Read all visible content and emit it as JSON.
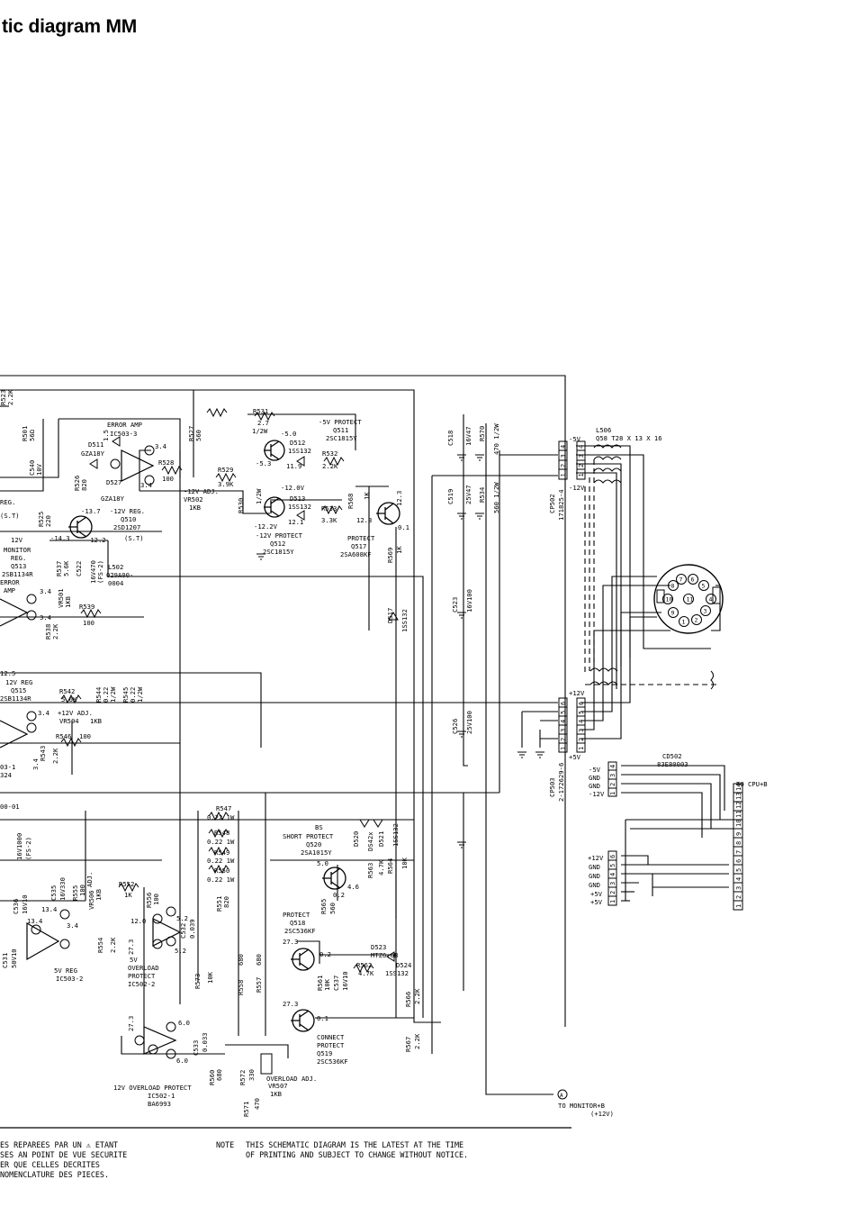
{
  "title": "tic diagram MM",
  "labels": {
    "r523": "R523",
    "r523v": "2.2K",
    "r501": "R501",
    "r501v": "56Ω",
    "c540": "C540",
    "c540v": "10V",
    "error_amp": "ERROR  AMP",
    "ic503_3": "IC503-3",
    "d511": "D511",
    "d511v": "GZA18Y",
    "r527": "R527",
    "r527v": "560",
    "r528": "R528",
    "r528v": "100",
    "d527": "D527",
    "d527v": "GZA18Y",
    "n34a": "3.4",
    "n34b": "3.4",
    "n15": "1.5",
    "n137": "-13.7",
    "r526": "R526",
    "r526v": "820",
    "reg_12v": "-12V REG.",
    "q510": "Q510",
    "q510t": "2SD1207",
    "r525": "R525",
    "r525v": "220",
    "m143": "-14.3",
    "m122": "-12.2",
    "st1": "(S.T)",
    "vr502": "VR502",
    "vr502v": "1KB",
    "adj12": "-12V ADJ.",
    "r529": "R529",
    "r529v": "3.9K",
    "r530": "R530",
    "r530v": "1/2W",
    "r531": "R531",
    "r531v": "2.7",
    "r531w": "1/2W",
    "m50": "-5.0",
    "m53": "-5.3",
    "d512": "D512",
    "d512t": "1SS132",
    "protect5": "-5V PROTECT",
    "q511": "Q511",
    "q511t": "2SC1815Y",
    "r532": "R532",
    "r532v": "2.2K",
    "n119": "11.9",
    "d513": "D513",
    "d513t": "1SS132",
    "m120": "-12.0V",
    "m122v": "-12.2V",
    "n121": "12.1",
    "protect12": "-12V PROTECT",
    "q512": "Q512",
    "q512t": "2SC1815Y",
    "r533": "R533",
    "r533v": "3.3K",
    "n123": "12.3",
    "n123b": "12.3",
    "r568": "R568",
    "r568v": "1K",
    "protect": "PROTECT",
    "q517": "Q517",
    "q517t": "2SA608KF",
    "n01": "0.1",
    "r569": "R569",
    "r569v": "1K",
    "c518": "C518",
    "c518v": "16V47",
    "r570": "R570",
    "r570v": "470 1/2W",
    "c519": "C519",
    "c519v": "25V47",
    "r534": "R534",
    "r534v": "560 1/2W",
    "cp502": "CP502",
    "cp502t": "171825-4",
    "m5v": "-5V",
    "m12v": "-12V",
    "l506": "L506",
    "l506t": "Q58  T28 X 13 X 16",
    "monitor": "MONITOR",
    "reg": "REG.",
    "q513": "Q513",
    "q513t": "2SB1134R",
    "error": "ERROR",
    "amp": "AMP",
    "st": "(S.T)",
    "v12": "12V",
    "r537": "R537",
    "r537v": "5.6K",
    "c522": "C522",
    "c522v": "16V470",
    "fs2": "(FS-2)",
    "l502": "L502",
    "l502t": "029A00-",
    "l502u": "0004",
    "vr501": "VR501",
    "vr501v": "1KB",
    "r538": "R538",
    "r538v": "2.2K",
    "r539": "R539",
    "r539v": "100",
    "n34c": "3.4",
    "n34d": "3.4",
    "c523": "C523",
    "c523v": "16V100",
    "d517": "D517",
    "d517t": "1SS132",
    "n125": "12.5",
    "reg12": "12V REG",
    "q515": "Q515",
    "q515t": "2SB1134R",
    "r542": "R542",
    "r542v": "5.6K",
    "r544": "R544",
    "r544v": "0.22",
    "r544w": "1/2W",
    "r545": "R545",
    "r545v": "0.22",
    "r545w": "1/2W",
    "adj12p": "+12V ADJ.",
    "vr504": "VR504",
    "vr504v": "1KB",
    "r546": "R546",
    "r546v": "100",
    "r543": "R543",
    "r543v": "2.2K",
    "n34e": "3.4",
    "n34f": "3.4",
    "ic503_1": "03-1",
    "n324": "324",
    "c526": "C526",
    "c526v": "25V100",
    "p12v": "+12V",
    "p5v": "+5V",
    "cp503": "CP503",
    "cp503t": "2-172629-6",
    "cd502": "CD502",
    "cd502t": "83E80003",
    "to_cpu": "TO CPU+B",
    "cd_m5v": "-5V",
    "cd_gnd1": "GND",
    "cd_gnd2": "GND",
    "cd_m12v": "-12V",
    "cd_p12v": "+12V",
    "cd_gnd3": "GND",
    "cd_gnd4": "GND",
    "cd_gnd5": "GND",
    "cd_p5v1": "+5V",
    "cd_p5v2": "+5V",
    "n0001": "00-01",
    "r547": "R547",
    "r547v": "0.22 1W",
    "r548": "R548",
    "r548v": "0.22 1W",
    "r549": "R549",
    "r549v": "0.22 1W",
    "r550": "R550",
    "r550v": "0.22 1W",
    "c_16v1000": "16V1000",
    "fs2b": "(FS-2)",
    "r552": "R552",
    "r552v": "1K",
    "r556": "R556",
    "r556v": "100",
    "r551": "R551",
    "r551v": "820",
    "bs": "BS",
    "short_protect": "SHORT PROTECT",
    "q520": "Q520",
    "q520t": "2SA1015Y",
    "n50": "5.0",
    "n46": "4.6",
    "n02": "0.2",
    "d520": "D520",
    "d542": "DS42x",
    "r563": "R563",
    "r563v": "4.7K",
    "d521": "D521",
    "r564": "R564",
    "r564v": "1SS132",
    "n10k": "10K",
    "r565": "R565",
    "r565v": "560",
    "protect2": "PROTECT",
    "q518": "Q518",
    "q518t": "2SC536KF",
    "d523": "D523",
    "d523t": "MTZ6.6B",
    "d524": "D524",
    "d524t": "1SS132",
    "r561": "R561",
    "r561v": "10K",
    "c537": "C537",
    "c537v": "16V10",
    "r562": "R562",
    "r562v": "4.7K",
    "n273a": "27.3",
    "n273b": "27.3",
    "n02b": "0.2",
    "c536": "C536",
    "c536v": "16V10",
    "c535": "C535",
    "c535v": "16V330",
    "r555": "R555",
    "r555v": "100",
    "vr506": "VR506",
    "vr506v": "1KB",
    "adj": "ADJ.",
    "n134a": "13.4",
    "n134b": "13.4",
    "n34g": "3.4",
    "c531": "C531",
    "c531v": "50V10",
    "reg5": "5V REG",
    "ic503_2": "IC503-2",
    "r554": "R554",
    "r554v": "2.2K",
    "n120": "12.0",
    "n273c": "27.3",
    "n52a": "5.2",
    "n52b": "5.2",
    "c532": "C532",
    "c532v": "0.039",
    "ov5": "5V",
    "overload": "OVERLOAD",
    "protect3": "PROTECT",
    "ic502_2": "IC502-2",
    "r573": "R573",
    "r573v": "10K",
    "r558": "R558",
    "r558v": "680",
    "r557": "R557",
    "r557v": "680",
    "r566": "R566",
    "r566v": "2.2K",
    "r567": "R567",
    "r567v": "2.2K",
    "n01b": "0.1",
    "connect": "CONNECT",
    "protect4": "PROTECT",
    "q519": "Q519",
    "q519t": "2SC536KF",
    "n273d": "27.3",
    "n60a": "6.0",
    "n60b": "6.0",
    "c533": "C533",
    "c533v": "0.033",
    "ov12": "12V OVERLOAD PROTECT",
    "ic502_1": "IC502-1",
    "ic502_1t": "BA6993",
    "r560": "R560",
    "r560v": "680",
    "r572": "R572",
    "r572v": "330",
    "r571": "R571",
    "r571v": "470",
    "vr507": "VR507",
    "vr507v": "1KB",
    "ov_adj": "OVERLOAD ADJ.",
    "to_monitor": "TO MONITOR+B",
    "to_monitor2": "(+12V)",
    "a_mark": "A",
    "pin_nums": [
      "1",
      "2",
      "3",
      "4"
    ],
    "pin_nums6": [
      "1",
      "2",
      "3",
      "4",
      "5",
      "6"
    ],
    "pin_nums14": [
      "1",
      "2",
      "3",
      "4",
      "5",
      "6",
      "7",
      "8",
      "9",
      "10",
      "11",
      "12",
      "13",
      "14"
    ],
    "din": [
      "8",
      "10",
      "9",
      "1",
      "2",
      "3",
      "4",
      "5",
      "6",
      "7",
      "11"
    ]
  },
  "footer": {
    "french": "ES REPAREES PAR UN ⚠ ETANT\nSES AN POINT DE VUE SECURITE\nER QUE CELLES DECRITES\nNOMENCLATURE DES PIECES.",
    "note_label": "NOTE",
    "note": "THIS SCHEMATIC DIAGRAM IS THE LATEST AT THE TIME\nOF PRINTING AND SUBJECT TO CHANGE WITHOUT NOTICE."
  }
}
